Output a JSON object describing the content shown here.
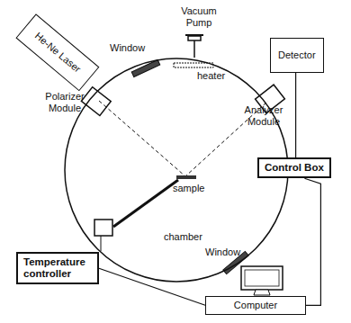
{
  "diagram": {
    "nodes": [
      {
        "text": [
          "He-Ne Laser"
        ]
      },
      {
        "text": [
          "chamber"
        ]
      },
      {
        "text": [
          "Detector"
        ]
      },
      {
        "text": [
          "Control Box"
        ]
      },
      {
        "text": [
          "Temperature controller"
        ]
      },
      {
        "text": [
          "Computer"
        ]
      }
    ],
    "edges": [
      {
        "from": 2,
        "to": 3,
        "arrow": "none"
      },
      {
        "from": 3,
        "to": 5,
        "arrow": "none"
      },
      {
        "from": 4,
        "to": 5,
        "arrow": "none"
      }
    ],
    "labels": [
      "Window",
      "Vacuum Pump",
      "heater",
      "Polarizer Module",
      "Analyzer Module",
      "sample",
      "Window"
    ]
  }
}
